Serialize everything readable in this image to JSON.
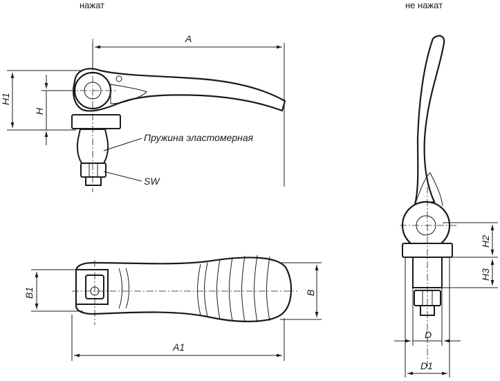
{
  "views": {
    "pressed_label": "нажат",
    "released_label": "не нажат"
  },
  "dimensions": {
    "A": "A",
    "A1": "A1",
    "H": "H",
    "H1": "H1",
    "H2": "H2",
    "H3": "H3",
    "B": "B",
    "B1": "B1",
    "D": "D",
    "D1": "D1"
  },
  "notes": {
    "spring": "Пружина эластомерная",
    "wrench": "SW"
  }
}
